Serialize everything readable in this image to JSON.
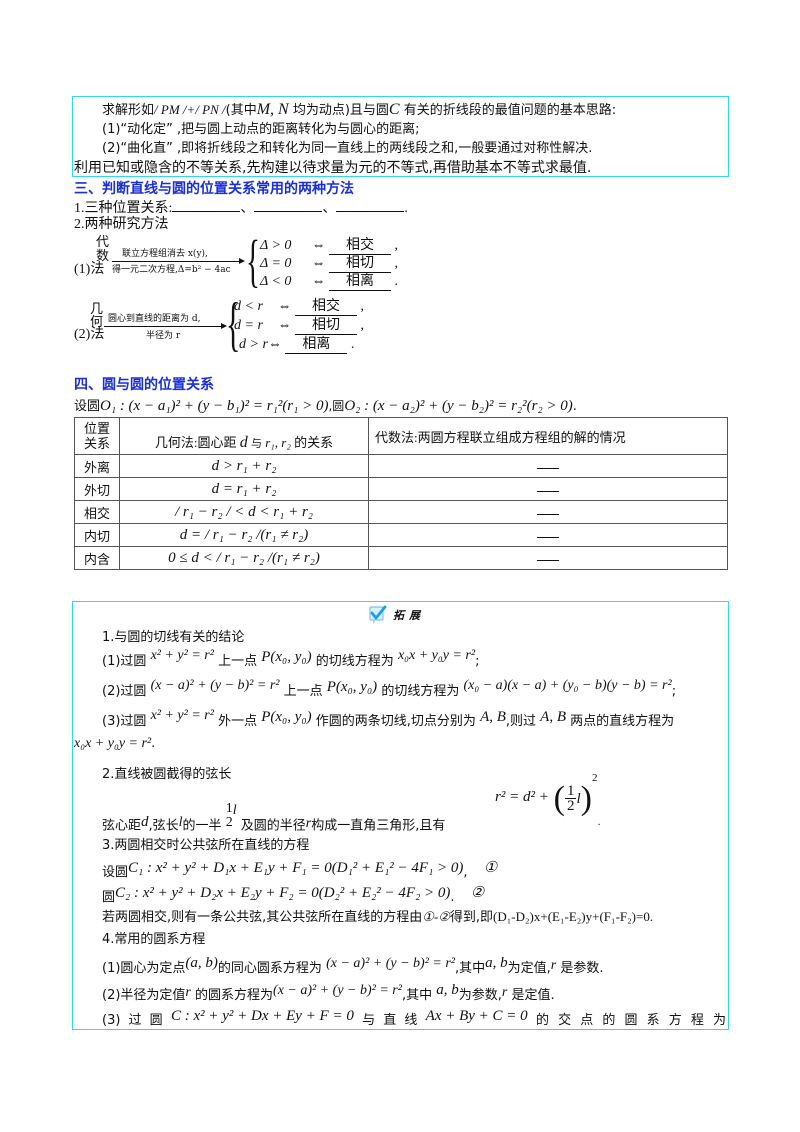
{
  "box1": {
    "line1_pre": "求解形如",
    "line1_formula": "/ PM /+/ PN /",
    "line1_mid": "(其中",
    "line1_vars": "M, N",
    "line1_mid2": "均为动点)且与圆",
    "line1_circle": "C",
    "line1_post": "有关的折线段的最值问题的基本思路:",
    "line2": "(1)“动化定” ,把与圆上动点的距离转化为与圆心的距离;",
    "line3": "(2)“曲化直” ,即将折线段之和转化为同一直线上的两线段之和,一般要通过对称性解决.",
    "line4": "利用已知或隐含的不等关系,先构建以待求量为元的不等式,再借助基本不等式求最值."
  },
  "section3": {
    "heading": "三、判断直线与圆的位置关系常用的两种方法",
    "item1_label": "1.三种位置关系:",
    "item1_sep1": "、",
    "item1_sep2": "、",
    "item1_end": ".",
    "item2_label": "2.两种研究方法",
    "algebra": {
      "index": "(1)",
      "name_chars": [
        "代",
        "数",
        "法"
      ],
      "arrow_top": "联立方程组消去 x(y),",
      "arrow_bottom": "得一元二次方程,Δ=b² − 4ac",
      "cases": [
        {
          "cond": "Δ > 0",
          "iff": "⇔",
          "answer": "相交",
          "end": ","
        },
        {
          "cond": "Δ = 0",
          "iff": "⇔",
          "answer": "相切",
          "end": ","
        },
        {
          "cond": "Δ < 0",
          "iff": "⇔",
          "answer": "相离",
          "end": "."
        }
      ]
    },
    "geometry": {
      "index": "(2)",
      "name_chars": [
        "几",
        "何",
        "法"
      ],
      "arrow_top": "圆心到直线的距离为 d,",
      "arrow_bottom": "半径为 r",
      "cases": [
        {
          "cond": "d < r",
          "iff": "⇔",
          "answer": "相交",
          "end": ","
        },
        {
          "cond": "d = r",
          "iff": "⇔",
          "answer": "相切",
          "end": ","
        },
        {
          "cond": "d > r",
          "iff": "⇔",
          "answer": "相离",
          "end": "."
        }
      ]
    }
  },
  "section4": {
    "heading": "四、圆与圆的位置关系",
    "setup_pre": "设圆",
    "circle1": "O₁ : (x − a₁)² + (y − b₁)² = r₁²(r₁ > 0)",
    "setup_mid": ",圆",
    "circle2": "O₂ : (x − a₂)² + (y − b₂)² = r₂²(r₂ > 0)",
    "setup_end": ".",
    "table": {
      "headers": [
        "位置关系",
        "几何法:圆心距 d 与 r₁, r₂ 的关系",
        "代数法:两圆方程联立组成方程组的解的情况"
      ],
      "header_col1_lines": [
        "位置",
        "关系"
      ],
      "header_col2_pre": "几何法:圆心距",
      "header_col2_d": "d",
      "header_col2_mid": "与",
      "header_col2_r": "r₁, r₂",
      "header_col2_post": "的关系",
      "rows": [
        {
          "relation": "外离",
          "geometry": "d > r₁ + r₂",
          "algebra": "___"
        },
        {
          "relation": "外切",
          "geometry": "d = r₁ + r₂",
          "algebra": "___"
        },
        {
          "relation": "相交",
          "geometry": "/ r₁ − r₂ / < d < r₁ + r₂",
          "algebra": "___"
        },
        {
          "relation": "内切",
          "geometry": "d = / r₁ − r₂ /(r₁ ≠ r₂)",
          "algebra": "___"
        },
        {
          "relation": "内含",
          "geometry": "0 ≤ d < / r₁ − r₂ /(r₁ ≠ r₂)",
          "algebra": "___"
        }
      ]
    }
  },
  "extension": {
    "badge_label": "拓展",
    "badge_icon": "checkbox-icon",
    "colors": {
      "border": "#33d6f0",
      "icon": "#29a8e0",
      "heading": "#1a2fd6"
    },
    "s1_title": "1.与圆的切线有关的结论",
    "s1_1_pre": "(1)过圆",
    "s1_1_eq": "x² + y² = r²",
    "s1_1_mid": "上一点",
    "s1_1_pt": "P(x₀, y₀)",
    "s1_1_mid2": "的切线方程为",
    "s1_1_res": "x₀x + y₀y = r²",
    "s1_1_end": ";",
    "s1_2_pre": "(2)过圆",
    "s1_2_eq": "(x − a)² + (y − b)² = r²",
    "s1_2_mid": "上一点",
    "s1_2_pt": "P(x₀, y₀)",
    "s1_2_mid2": "的切线方程为",
    "s1_2_res": "(x₀ − a)(x − a) + (y₀ − b)(y − b) = r²",
    "s1_2_end": ";",
    "s1_3_pre": "(3)过圆",
    "s1_3_eq": "x² + y² = r²",
    "s1_3_mid": "外一点",
    "s1_3_pt": "P(x₀, y₀)",
    "s1_3_mid2": "作圆的两条切线,切点分别为",
    "s1_3_ab": "A, B",
    "s1_3_mid3": ",则过",
    "s1_3_ab2": "A, B",
    "s1_3_post": "两点的直线方程为",
    "s1_3_res": "x₀x + y₀y = r²",
    "s1_3_end": ".",
    "s2_title": "2.直线被圆截得的弦长",
    "s2_pre": "弦心距",
    "s2_d": "d",
    "s2_mid": ",弦长",
    "s2_l": "l",
    "s2_mid2": "的一半",
    "s2_half_num": "1",
    "s2_half_den": "2",
    "s2_half_var": "l",
    "s2_mid3": "及圆的半径",
    "s2_r": "r",
    "s2_post": "构成一直角三角形,且有",
    "s2_formula_lhs": "r² = d² +",
    "s2_formula_num": "1",
    "s2_formula_den": "2",
    "s2_formula_var": "l",
    "s2_end": ".",
    "s3_title": "3.两圆相交时公共弦所在直线的方程",
    "s3_c1_pre": "设圆",
    "s3_c1": "C₁ : x² + y² + D₁x + E₁y + F₁ = 0(D₁² + E₁² − 4F₁ > 0)",
    "s3_c1_end": ",",
    "s3_c1_mark": "①",
    "s3_c2_pre": "圆",
    "s3_c2": "C₂ : x² + y² + D₂x + E₂y + F₂ = 0(D₂² + E₂² − 4F₂ > 0)",
    "s3_c2_end": ".",
    "s3_c2_mark": "②",
    "s3_conclusion_pre": "若两圆相交,则有一条公共弦,其公共弦所在直线的方程由",
    "s3_conclusion_marks": "①-②",
    "s3_conclusion_mid": "得到,即",
    "s3_conclusion_eq": "(D₁-D₂)x+(E₁-E₂)y+(F₁-F₂)=0.",
    "s4_title": "4.常用的圆系方程",
    "s4_1_pre": "(1)圆心为定点",
    "s4_1_pt": "(a, b)",
    "s4_1_mid": "的同心圆系方程为",
    "s4_1_eq": "(x − a)² + (y − b)² = r²",
    "s4_1_mid2": ",其中",
    "s4_1_ab": "a, b",
    "s4_1_mid3": "为定值,",
    "s4_1_r": "r",
    "s4_1_post": "是参数.",
    "s4_2_pre": "(2)半径为定值",
    "s4_2_r": "r",
    "s4_2_mid": "的圆系方程为",
    "s4_2_eq": "(x − a)² + (y − b)² = r²",
    "s4_2_mid2": ",其中",
    "s4_2_ab": "a, b",
    "s4_2_mid3": "为参数,",
    "s4_2_r2": "r",
    "s4_2_post": "是定值.",
    "s4_3_pre": "(3) 过 圆",
    "s4_3_eq": "C : x² + y² + Dx + Ey + F = 0",
    "s4_3_mid": "与 直 线",
    "s4_3_line": "Ax + By + C = 0",
    "s4_3_post": "的 交 点 的 圆 系 方 程 为"
  }
}
